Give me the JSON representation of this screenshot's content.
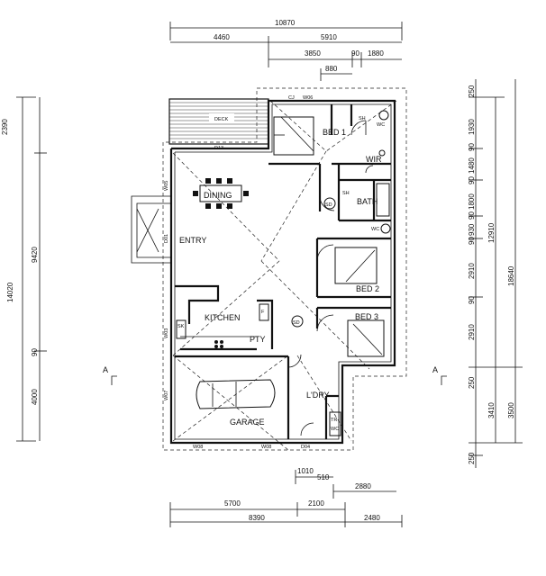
{
  "dims_top": [
    "10870",
    "4460",
    "5910",
    "3850",
    "90",
    "1880",
    "880"
  ],
  "dims_bottom": [
    "1010",
    "510",
    "2880",
    "5700",
    "2100",
    "8390",
    "2480"
  ],
  "dims_left": [
    "2390",
    "9420",
    "14020",
    "90",
    "4000"
  ],
  "dims_right": [
    "250",
    "1930",
    "90",
    "1480",
    "90",
    "1800",
    "90",
    "930",
    "90",
    "2910",
    "90",
    "2910",
    "12910",
    "18640",
    "250",
    "3410",
    "3500",
    "250"
  ],
  "rooms": {
    "bed1": "BED 1",
    "bed2": "BED 2",
    "bed3": "BED 3",
    "dining": "DINING",
    "entry": "ENTRY",
    "kitchen": "KITCHEN",
    "pty": "PTY",
    "bath": "BATH",
    "wir": "WIR",
    "garage": "GARAGE",
    "ldry": "L'DRY",
    "deck": "DECK"
  },
  "tags": {
    "w06": "W06",
    "d13": "D13",
    "w05": "W05",
    "w07": "W07",
    "d01": "D01",
    "w03": "W03",
    "w08a": "W08",
    "w08b": "W08",
    "d04": "D04",
    "cj": "CJ",
    "sh": "SH",
    "wc1": "WC",
    "sh2": "SH",
    "wc2": "WC",
    "tr": "TR",
    "wc3": "WC",
    "sk": "SK",
    "f": "F",
    "sd1": "SD",
    "sd2": "SD"
  },
  "markers": {
    "left": "A",
    "right": "A"
  }
}
